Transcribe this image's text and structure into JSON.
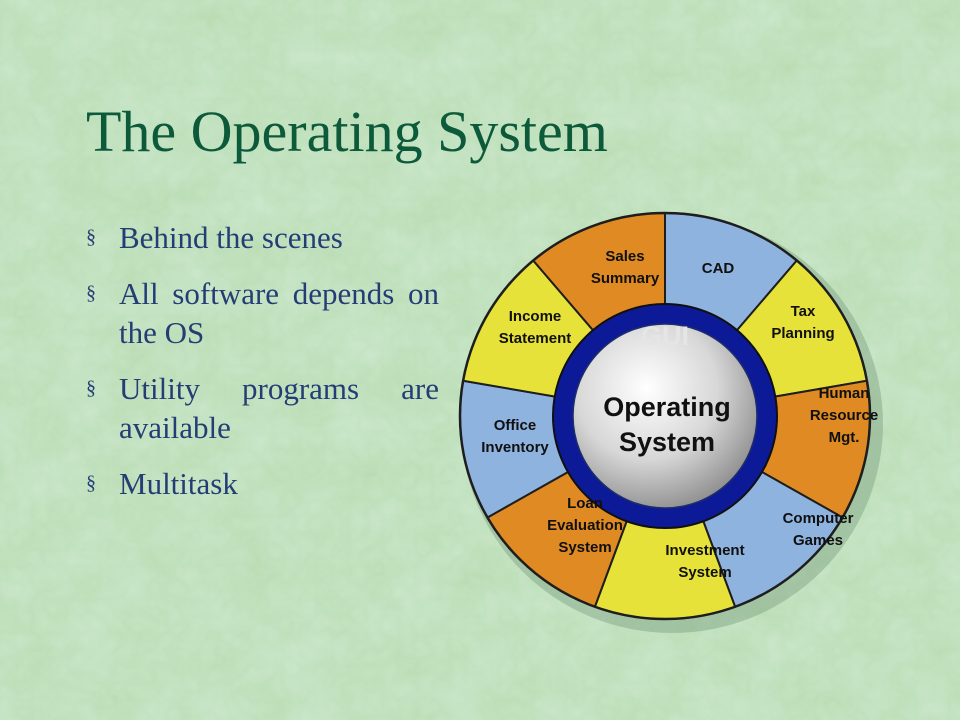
{
  "slide": {
    "title": "The Operating System",
    "bullet_marker": "§",
    "bullets": [
      {
        "text": "Behind the scenes"
      },
      {
        "text": "All software depends on the OS"
      },
      {
        "text": "Utility programs are available"
      },
      {
        "text": "Multitask"
      }
    ]
  },
  "diagram": {
    "center": {
      "lines": [
        "Operating",
        "System"
      ]
    },
    "ring": {
      "label": "GUI"
    },
    "segments": [
      {
        "lines": [
          "CAD"
        ],
        "color": "#8fb3df"
      },
      {
        "lines": [
          "Tax",
          "Planning"
        ],
        "color": "#e6e23a"
      },
      {
        "lines": [
          "Human",
          "Resource",
          "Mgt."
        ],
        "color": "#df8a22"
      },
      {
        "lines": [
          "Computer",
          "Games"
        ],
        "color": "#8fb3df"
      },
      {
        "lines": [
          "Investment",
          "System"
        ],
        "color": "#e6e23a"
      },
      {
        "lines": [
          "Loan",
          "Evaluation",
          "System"
        ],
        "color": "#df8a22"
      },
      {
        "lines": [
          "Office",
          "Inventory"
        ],
        "color": "#8fb3df"
      },
      {
        "lines": [
          "Income",
          "Statement"
        ],
        "color": "#e6e23a"
      },
      {
        "lines": [
          "Sales",
          "Summary"
        ],
        "color": "#df8a22"
      }
    ],
    "colors": {
      "gui_ring": "#0d1a97",
      "outline": "#1e1e1e",
      "center_text": "#111111"
    }
  }
}
